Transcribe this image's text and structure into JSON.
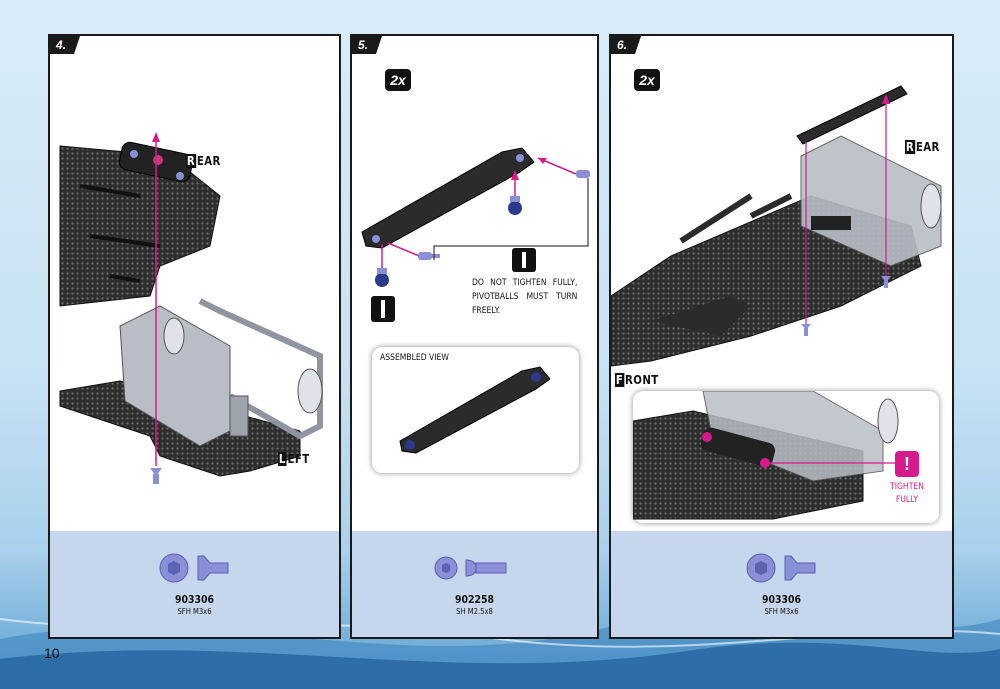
{
  "page_number": "10",
  "steps": [
    {
      "number": "4.",
      "labels": {
        "rear_cap": "R",
        "rear_rest": "EAR",
        "left_cap": "L",
        "left_rest": "EFT"
      },
      "part": {
        "code": "903306",
        "desc": "SFH M3x6",
        "icon": "flat-head-screw-icon"
      }
    },
    {
      "number": "5.",
      "quantity": "2x",
      "note": "DO NOT TIGHTEN FULLY, PIVOTBALLS MUST TURN FREELY.",
      "assembled_view_title": "ASSEMBLED VIEW",
      "part": {
        "code": "902258",
        "desc": "SH M2.5x8",
        "icon": "button-head-screw-icon"
      }
    },
    {
      "number": "6.",
      "quantity": "2x",
      "labels": {
        "rear_cap": "R",
        "rear_rest": "EAR",
        "front_cap": "F",
        "front_rest": "RONT"
      },
      "tighten_line1": "TIGHTEN",
      "tighten_line2": "FULLY",
      "warning_symbol": "!",
      "part": {
        "code": "903306",
        "desc": "SFH M3x6",
        "icon": "flat-head-screw-icon"
      }
    }
  ],
  "colors": {
    "accent": "#d61a8c",
    "strip": "#c6d6ec",
    "screw": "#8a8fd8",
    "carbon": "#3a3a3a",
    "alu": "#b9bec6"
  }
}
